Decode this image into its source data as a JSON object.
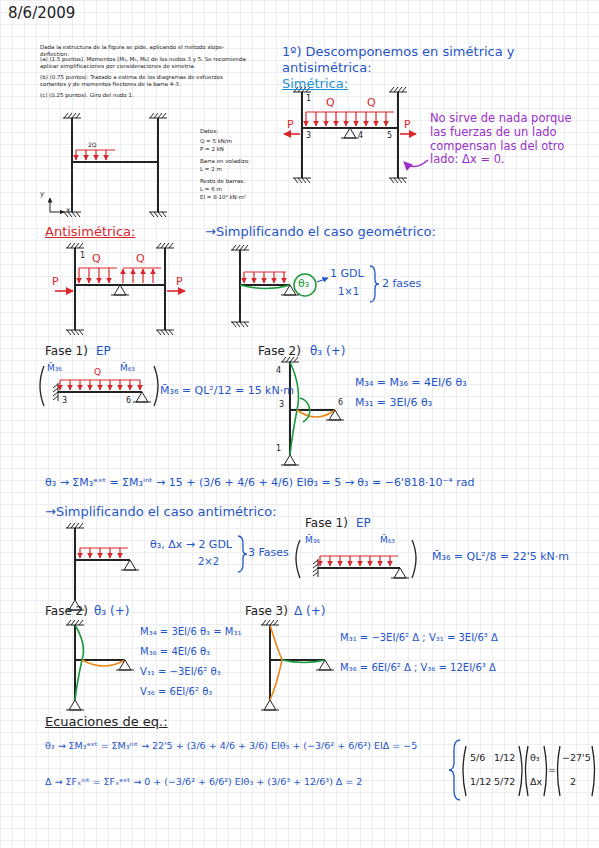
{
  "diagram": {
    "title": "8/6/2009",
    "labels": [
      "Dada la estructura de la figura se pide, aplicando el método slope-deflection:",
      "(a) (1.5 puntos). Momentos (M₃, M₅, M₆) de los nudos 3 y 5. Se recomienda aplicar simplificaciones por consideraciones de simetría.",
      "(b) (0.75 puntos). Trazado a estima de los diagramas de esfuerzos cortantes y de momentos flectores de la barra 4-3.",
      "(c) (0.25 puntos). Giro del nudo 1.",
      "Datos:",
      "Q = 5 kN/m",
      "P = 2 kN",
      "Barra en voladizo:",
      "L = 2 m",
      "Resto de barras:",
      "L = 6 m",
      "EI = 8·10⁴ kN·m²",
      "2Q",
      "y",
      "x",
      "1º) Descomponemos en simétrica y antisimétrica:",
      "Simétrica:",
      "P",
      "Q",
      "Q",
      "P",
      "1",
      "3",
      "4",
      "5",
      "No sirve de nada porque las fuerzas de un lado compensan las del otro lado: Δx = 0.",
      "Antisimétrica:",
      "P",
      "Q",
      "Q",
      "P",
      "1",
      "→Simplificando el caso geométrico:",
      "θ₃",
      "1 GDL",
      "1×1",
      "2 fases",
      "Fase 1)",
      "EP",
      "M̄₃₆",
      "M̄₆₃",
      "Q",
      "3",
      "6",
      "M̄₃₆ = QL²/12 = 15 kN·m",
      "Fase 2)",
      "θ₃ (+)",
      "4",
      "3",
      "6",
      "1",
      "M₃₄ = M₃₆ = 4EI/6 θ₃",
      "M₃₁ = 3EI/6 θ₃",
      "θ₃ → ΣM₃ᵉˣᵗ = ΣM₃ⁱⁿᵗ → 15 + (3/6 + 4/6 + 4/6) EIθ₃ = 5 → θ₃ = −6'818·10⁻⁴ rad",
      "→Simplificando el caso antimétrico:",
      "θ₃, Δx → 2 GDL",
      "2×2",
      "3 Fases",
      "Fase 1)",
      "EP",
      "M̄₃₆",
      "M̄₆₃",
      "M̄₃₆ = QL²/8 = 22'5 kN·m",
      "Fase 2)",
      "θ₃ (+)",
      "M₃₄ = 3EI/6 θ₃ = M₃₁",
      "M₃₆ = 4EI/6 θ₃",
      "V₃₁ = −3EI/6² θ₃",
      "V₃₆ = 6EI/6² θ₃",
      "Fase 3)",
      "Δ (+)",
      "M₃₁ = −3EI/6² Δ ; V₃₁ = 3EI/6³ Δ",
      "M₃₆ = 6EI/6² Δ ; V₃₆ = 12EI/6³ Δ",
      "Ecuaciones de eq.:",
      "θ₃ → ΣM₃ᵉˣᵗ = ΣM₃ⁱⁿᵗ → 22'5 + (3/6 + 4/6 + 3/6) EIθ₃ + (−3/6² + 6/6²) EIΔ = −5",
      "Δ → ΣFₓⁱⁿᵗ = ΣFₓᵉˣᵗ → 0 + (−3/6² + 6/6²) EIθ₃ + (3/6³ + 12/6³) Δ = 2",
      "5/6",
      "1/12",
      "1/12",
      "5/72",
      "θ₃",
      "Δx",
      "=",
      "−27'5",
      "2"
    ]
  }
}
